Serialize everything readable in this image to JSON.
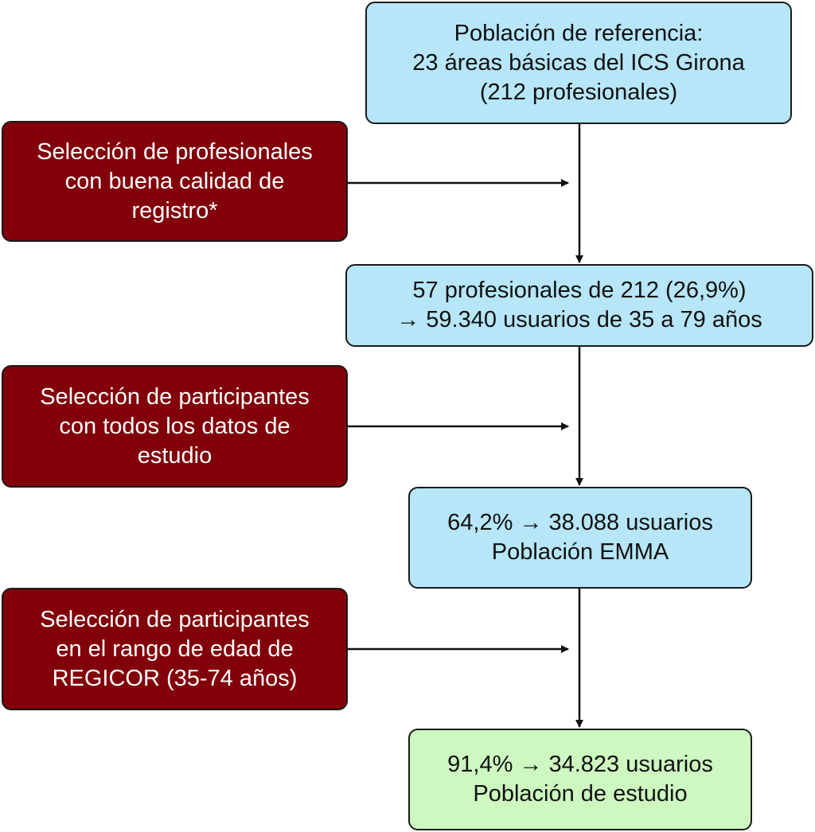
{
  "colors": {
    "main_box_fill": "#b7e6f9",
    "final_box_fill": "#cdf8c0",
    "exclusion_box_fill": "#820009",
    "exclusion_text": "#ffffff",
    "line": "#111111"
  },
  "boxes": {
    "reference": {
      "lines": [
        "Población de referencia:",
        "23 áreas básicas del ICS Girona",
        "(212 profesionales)"
      ]
    },
    "selection1": {
      "lines": [
        "Selección de profesionales",
        "con buena calidad de",
        "registro*"
      ]
    },
    "professionals": {
      "lines": [
        "57 profesionales de 212 (26,9%)",
        "→ 59.340 usuarios de 35 a 79 años"
      ]
    },
    "selection2": {
      "lines": [
        "Selección de participantes",
        "con todos los datos de",
        "estudio"
      ]
    },
    "emma": {
      "lines": [
        "64,2% → 38.088 usuarios",
        "Población EMMA"
      ]
    },
    "selection3": {
      "lines": [
        "Selección de participantes",
        "en el rango de edad de",
        "REGICOR (35-74 años)"
      ]
    },
    "study": {
      "lines": [
        "91,4% → 34.823 usuarios",
        "Población de estudio"
      ]
    }
  }
}
